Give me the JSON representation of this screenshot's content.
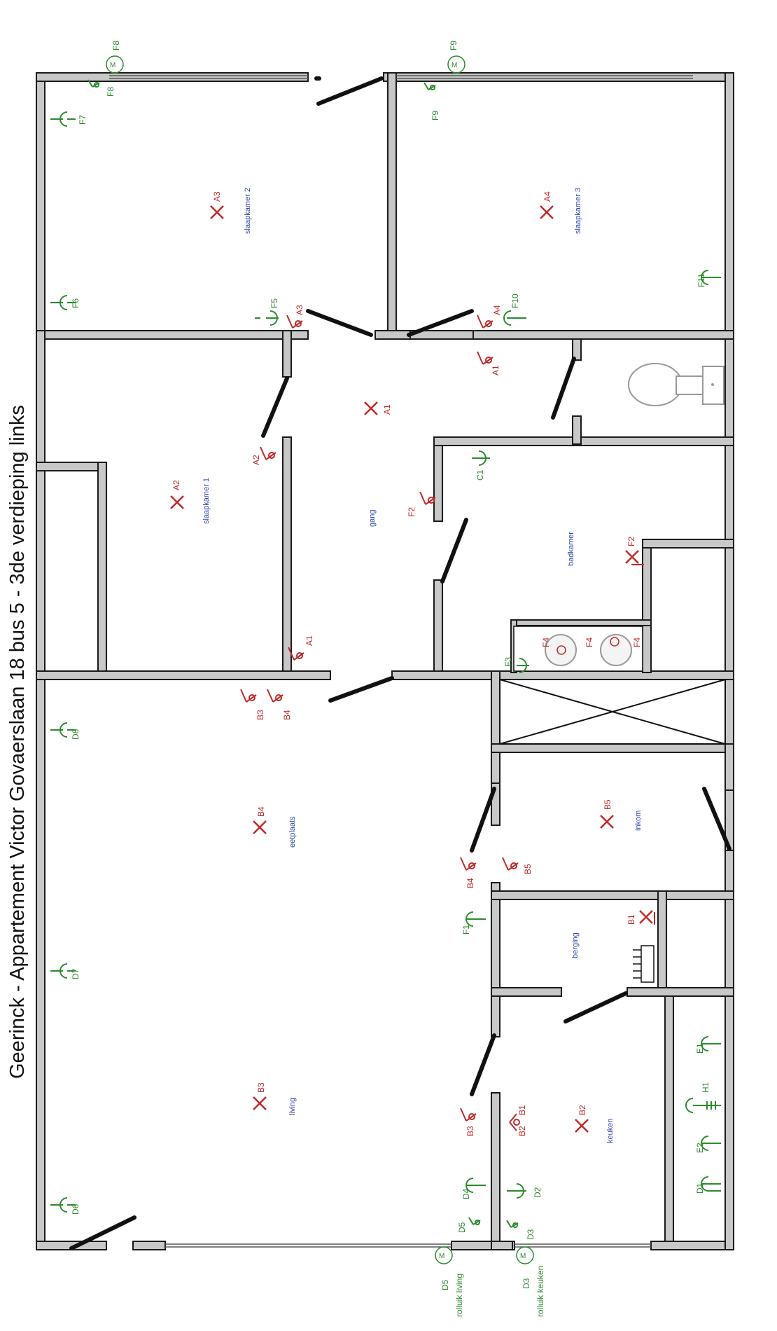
{
  "title": "Geerinck - Appartement Victor Govaerslaan 18 bus 5 - 3de verdieping links",
  "rooms": {
    "slaapkamer2": "slaapkamer 2",
    "slaapkamer3": "slaapkamer 3",
    "slaapkamer1": "slaapkamer 1",
    "gang": "gang",
    "badkamer": "badkamer",
    "eetplaats": "eetplaats",
    "inkom": "inkom",
    "berging": "berging",
    "living": "living",
    "keuken": "keuken"
  },
  "lights": {
    "A3": "A3",
    "A4": "A4",
    "A1": "A1",
    "A2": "A2",
    "F2": "F2",
    "B4": "B4",
    "B5": "B5",
    "B1": "B1",
    "B3": "B3",
    "B2": "B2"
  },
  "switches": {
    "s1": "A3",
    "s2": "A4",
    "s3": "A1",
    "s4": "A2",
    "s5": "F2",
    "s6": "A1",
    "s7": "B3",
    "s8": "B4",
    "s9": "B4",
    "s10": "B5",
    "s11": "B3",
    "s12": "B2",
    "s13": "B1"
  },
  "sockets": {
    "F7": "F7",
    "F6": "F6",
    "F5": "F5",
    "F10": "F10",
    "F11": "F11",
    "C1": "C1",
    "D8": "D8",
    "D7": "D7",
    "D6": "D6",
    "F1": "F1",
    "D4": "D4",
    "D2": "D2",
    "E1": "E1",
    "E2": "E2",
    "D1": "D1",
    "H1": "H1",
    "F3": "F3"
  },
  "shutters": {
    "F8": "F8",
    "F8b": "F8",
    "F9": "F9",
    "F9b": "F9",
    "D5": "D5",
    "D5b": "D5",
    "D5_caption": "rolluik living",
    "D3": "D3",
    "D3b": "D3",
    "D3_caption": "rolluik keuken"
  },
  "spots": {
    "F4a": "F4",
    "F4b": "F4",
    "F4c": "F4"
  },
  "icons": {
    "toilet": "toilet-icon",
    "radiator": "radiator-icon",
    "shaft": "shaft-icon"
  },
  "colors": {
    "light": "#c02828",
    "switch": "#c02828",
    "socket": "#2c8a2c",
    "room_label": "#3048a8",
    "wall": "#c8c8c8"
  }
}
